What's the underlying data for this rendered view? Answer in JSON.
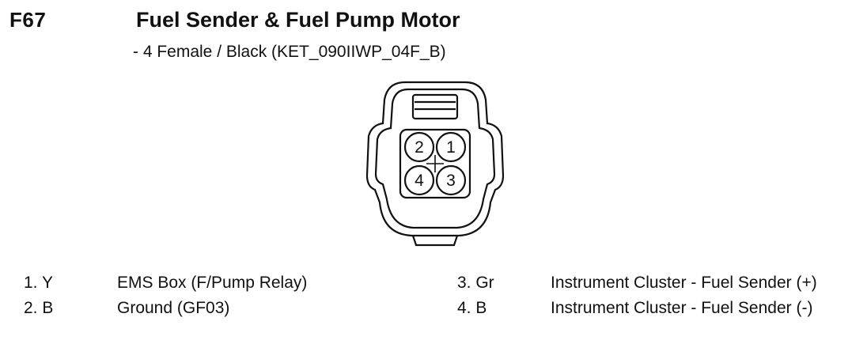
{
  "connector": {
    "code": "F67",
    "title": "Fuel Sender & Fuel Pump Motor",
    "subtitle": "- 4 Female / Black (KET_090IIWP_04F_B)",
    "cavities": [
      "1",
      "2",
      "3",
      "4"
    ]
  },
  "pins": [
    {
      "no": "1. Y",
      "desc": "EMS Box (F/Pump Relay)"
    },
    {
      "no": "2. B",
      "desc": "Ground (GF03)"
    },
    {
      "no": "3. Gr",
      "desc": "Instrument Cluster - Fuel Sender (+)"
    },
    {
      "no": "4. B",
      "desc": "Instrument Cluster - Fuel Sender (-)"
    }
  ],
  "colors": {
    "ink": "#111111",
    "background": "#ffffff"
  }
}
